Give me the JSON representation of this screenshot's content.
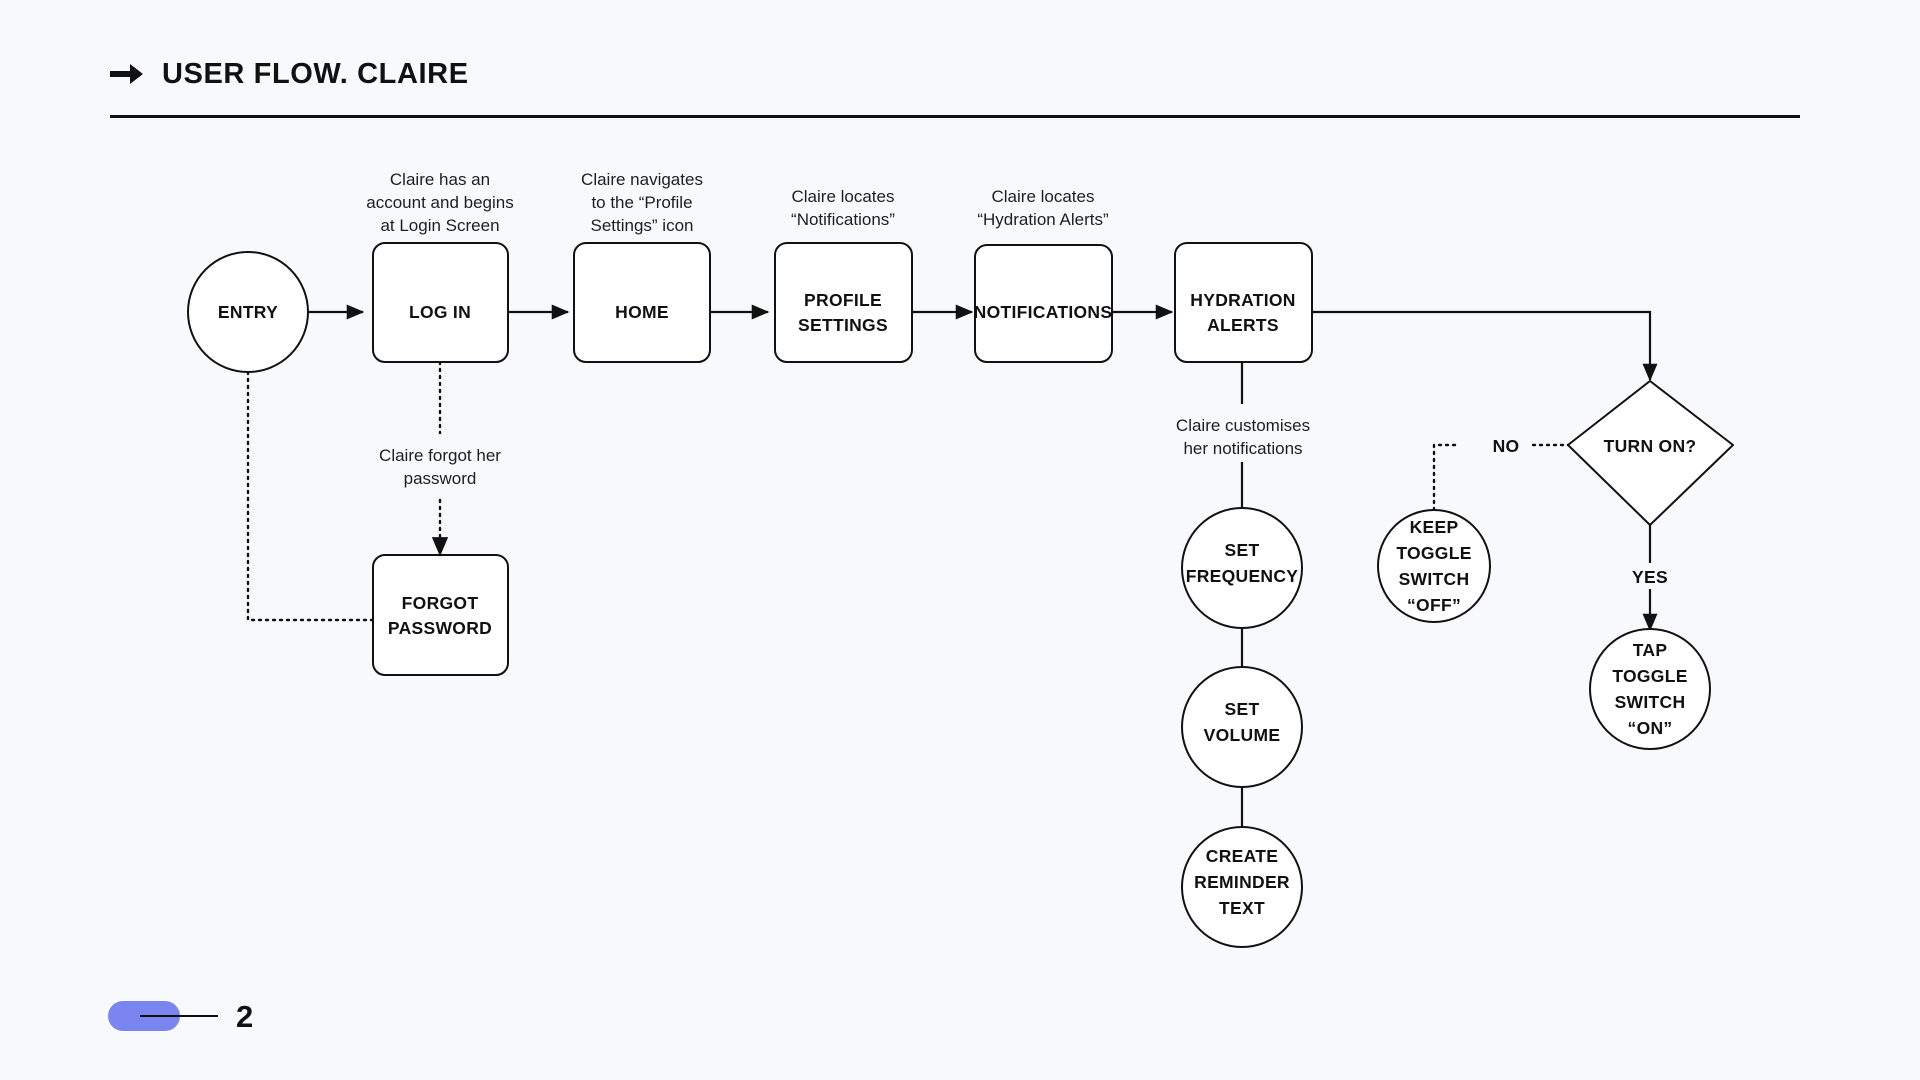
{
  "page": {
    "title": "USER FLOW. CLAIRE",
    "title_icon": "arrow-right-icon",
    "background_color": "#F7F9FC",
    "ink_color": "#111111"
  },
  "footer": {
    "page_number": "2",
    "pill_color": "#7B85F0"
  },
  "nodes": {
    "entry": {
      "label": "ENTRY",
      "shape": "circle"
    },
    "login": {
      "label": "LOG IN",
      "shape": "rounded-rect"
    },
    "home": {
      "label": "HOME",
      "shape": "rounded-rect"
    },
    "profile_settings": {
      "label_line1": "PROFILE",
      "label_line2": "SETTINGS",
      "shape": "rounded-rect"
    },
    "notifications": {
      "label": "NOTIFICATIONS",
      "shape": "rounded-rect"
    },
    "hydration_alerts": {
      "label_line1": "HYDRATION",
      "label_line2": "ALERTS",
      "shape": "rounded-rect"
    },
    "forgot_password": {
      "label_line1": "FORGOT",
      "label_line2": "PASSWORD",
      "shape": "rounded-rect"
    },
    "set_frequency": {
      "label_line1": "SET",
      "label_line2": "FREQUENCY",
      "shape": "circle"
    },
    "set_volume": {
      "label_line1": "SET",
      "label_line2": "VOLUME",
      "shape": "circle"
    },
    "create_reminder_text": {
      "label_line1": "CREATE",
      "label_line2": "REMINDER",
      "label_line3": "TEXT",
      "shape": "circle"
    },
    "turn_on_decision": {
      "label": "TURN ON?",
      "shape": "diamond"
    },
    "keep_toggle_off": {
      "label_line1": "KEEP",
      "label_line2": "TOGGLE",
      "label_line3": "SWITCH",
      "label_line4": "“OFF”",
      "shape": "circle"
    },
    "tap_toggle_on": {
      "label_line1": "TAP",
      "label_line2": "TOGGLE",
      "label_line3": "SWITCH",
      "label_line4": "“ON”",
      "shape": "circle"
    }
  },
  "annotations": {
    "login_note": {
      "line1": "Claire has an",
      "line2": "account and begins",
      "line3": "at Login Screen"
    },
    "home_note": {
      "line1": "Claire navigates",
      "line2": "to the “Profile",
      "line3": "Settings” icon"
    },
    "profile_note": {
      "line1": "Claire locates",
      "line2": "“Notifications”"
    },
    "notifications_note": {
      "line1": "Claire locates",
      "line2": "“Hydration Alerts”"
    },
    "forgot_note": {
      "line1": "Claire forgot her",
      "line2": "password"
    },
    "customise_note": {
      "line1": "Claire customises",
      "line2": "her notifications"
    }
  },
  "edge_labels": {
    "no": "NO",
    "yes": "YES"
  }
}
